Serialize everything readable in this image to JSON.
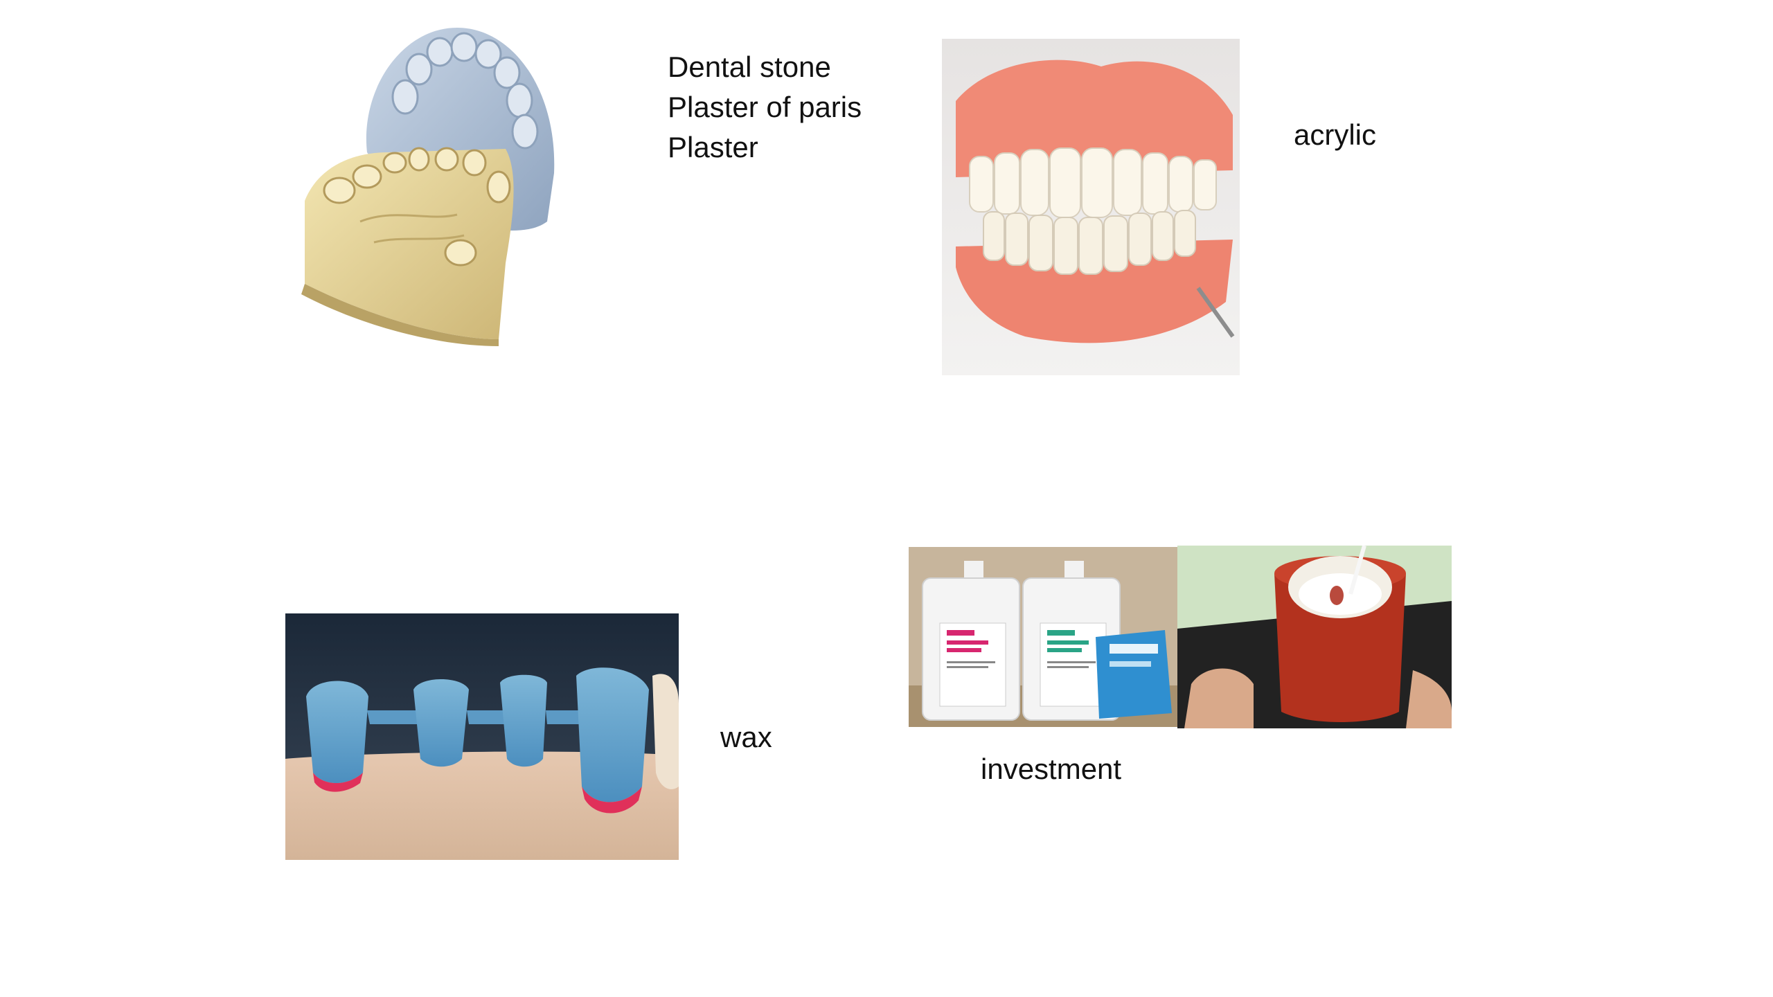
{
  "slide": {
    "stone_labels": [
      "Dental stone",
      "Plaster of paris",
      "Plaster"
    ],
    "acrylic_label": "acrylic",
    "wax_label": "wax",
    "investment_label": "investment"
  },
  "images": {
    "stone_models": "dental-stone-models-photo",
    "denture": "acrylic-denture-photo",
    "wax_bridge": "wax-bridge-pattern-photo",
    "investment_bottles": "investment-liquid-bottles-photo",
    "investment_ring": "investment-ring-mixing-photo"
  }
}
